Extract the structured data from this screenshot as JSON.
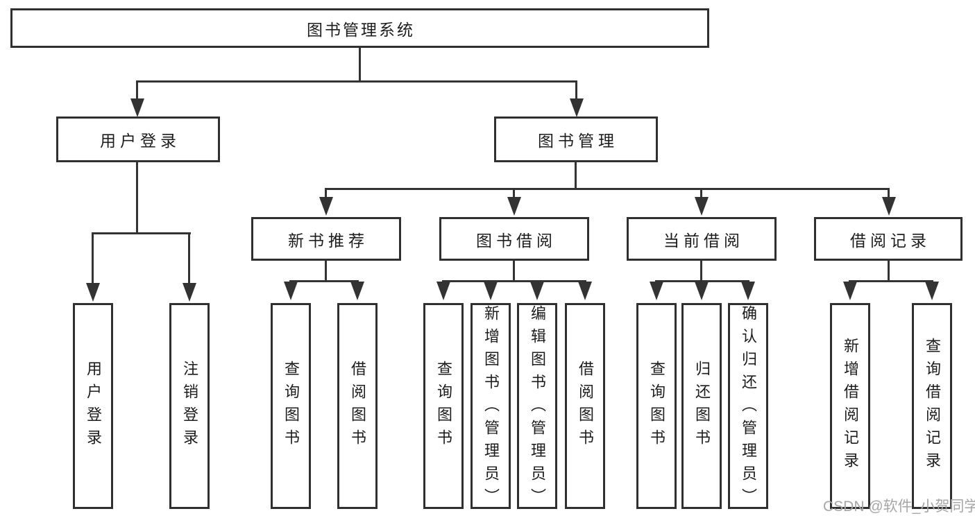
{
  "diagram": {
    "type": "hierarchy-tree",
    "colors": {
      "background": "#ffffff",
      "line": "#333333",
      "box_border": "#303030",
      "text": "#1c1c1c",
      "watermark": "#a6a6a6"
    },
    "tree": {
      "root_label": "图书管理系统",
      "branches": [
        {
          "label": "用户登录",
          "children": [
            {
              "label": "用户登录"
            },
            {
              "label": "注销登录"
            }
          ]
        },
        {
          "label": "图书管理",
          "groups": [
            {
              "label": "新书推荐",
              "children": [
                {
                  "label": "查询图书"
                },
                {
                  "label": "借阅图书"
                }
              ]
            },
            {
              "label": "图书借阅",
              "children": [
                {
                  "label": "查询图书"
                },
                {
                  "label": "新增图书（管理员）"
                },
                {
                  "label": "编辑图书（管理员）"
                },
                {
                  "label": "借阅图书"
                }
              ]
            },
            {
              "label": "当前借阅",
              "children": [
                {
                  "label": "查询图书"
                },
                {
                  "label": "归还图书"
                },
                {
                  "label": "确认归还（管理员）"
                }
              ]
            },
            {
              "label": "借阅记录",
              "children": [
                {
                  "label": "新增借阅记录"
                },
                {
                  "label": "查询借阅记录"
                }
              ]
            }
          ]
        }
      ]
    }
  },
  "watermark": {
    "text": "CSDN @软件_小贺同学"
  }
}
